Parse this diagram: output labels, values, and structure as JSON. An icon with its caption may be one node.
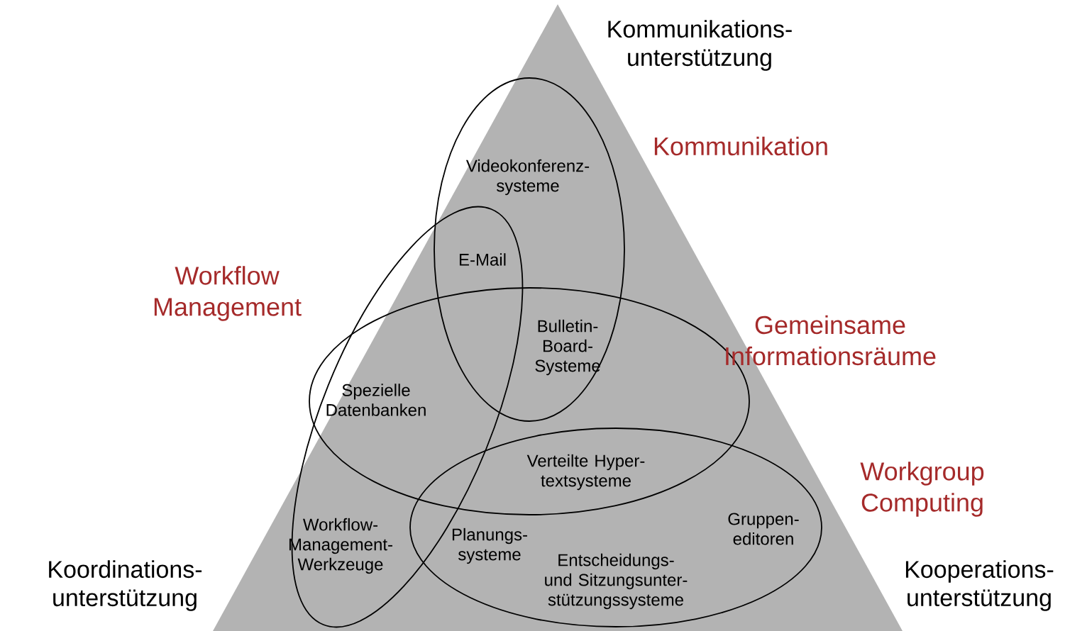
{
  "diagram": {
    "labels": [
      "Kommunikations- unterstützung",
      "Kommunikation",
      "Videokonferenz- systeme",
      "Workflow Management",
      "E-Mail",
      "Gemeinsame Informationsräume",
      "Bulletin- Board- Systeme",
      "Spezielle Datenbanken",
      "Verteilte Hyper- textsysteme",
      "Workgroup Computing",
      "Workflow- Management- Werkzeuge",
      "Planungs- systeme",
      "Gruppen- editoren",
      "Entscheidungs- und Sitzungsunter- stützungssysteme",
      "Koordinations- unterstützung",
      "Kooperations- unterstützung"
    ]
  }
}
